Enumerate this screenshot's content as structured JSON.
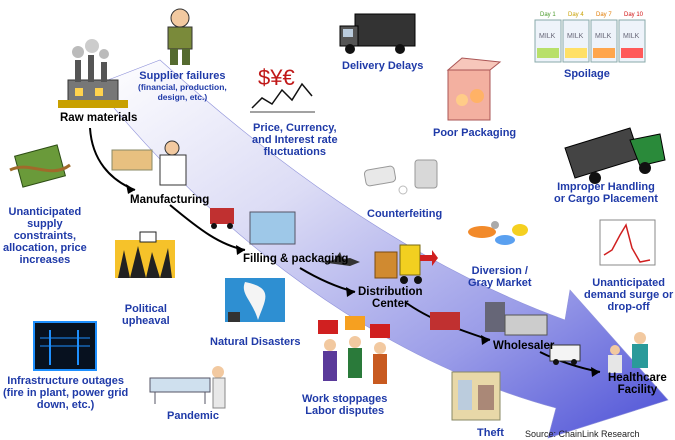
{
  "stages": {
    "raw_materials": "Raw materials",
    "manufacturing": "Manufacturing",
    "filling_packaging": "Filling & packaging",
    "distribution_line1": "Distribution",
    "distribution_line2": "Center",
    "wholesaler": "Wholesaler",
    "healthcare_line1": "Healthcare",
    "healthcare_line2": "Facility"
  },
  "risks": {
    "supplier_failures": {
      "line1": "Supplier failures",
      "line2": "(financial, production,",
      "line3": "design, etc.)"
    },
    "price_currency": {
      "line1": "Price, Currency,",
      "line2": "and Interest rate",
      "line3": "fluctuations"
    },
    "delivery_delays": "Delivery Delays",
    "spoilage": "Spoilage",
    "poor_packaging": "Poor Packaging",
    "improper_handling": {
      "line1": "Improper Handling",
      "line2": "or Cargo Placement"
    },
    "counterfeiting": "Counterfeiting",
    "diversion": {
      "line1": "Diversion /",
      "line2": "Gray Market"
    },
    "demand_surge": {
      "line1": "Unanticipated",
      "line2": "demand surge or",
      "line3": "drop-off"
    },
    "supply_constraints": {
      "line1": "Unanticipated",
      "line2": "supply",
      "line3": "constraints,",
      "line4": "allocation, price",
      "line5": "increases"
    },
    "political": {
      "line1": "Political",
      "line2": "upheaval"
    },
    "natural_disasters": "Natural Disasters",
    "infrastructure": {
      "line1": "Infrastructure outages",
      "line2": "(fire in plant, power grid",
      "line3": "down, etc.)"
    },
    "pandemic": "Pandemic",
    "work_stoppages": {
      "line1": "Work stoppages",
      "line2": "Labor disputes"
    },
    "theft": "Theft"
  },
  "milk": {
    "day_labels": [
      "Day 1",
      "Day 4",
      "Day 7",
      "Day 10"
    ],
    "carton_text": "MILK"
  },
  "currency_symbols": "$¥€",
  "source": "Source: ChainLink Research",
  "colors": {
    "arrow": "#6b6fe0",
    "risk_text": "#1f3aa8"
  }
}
